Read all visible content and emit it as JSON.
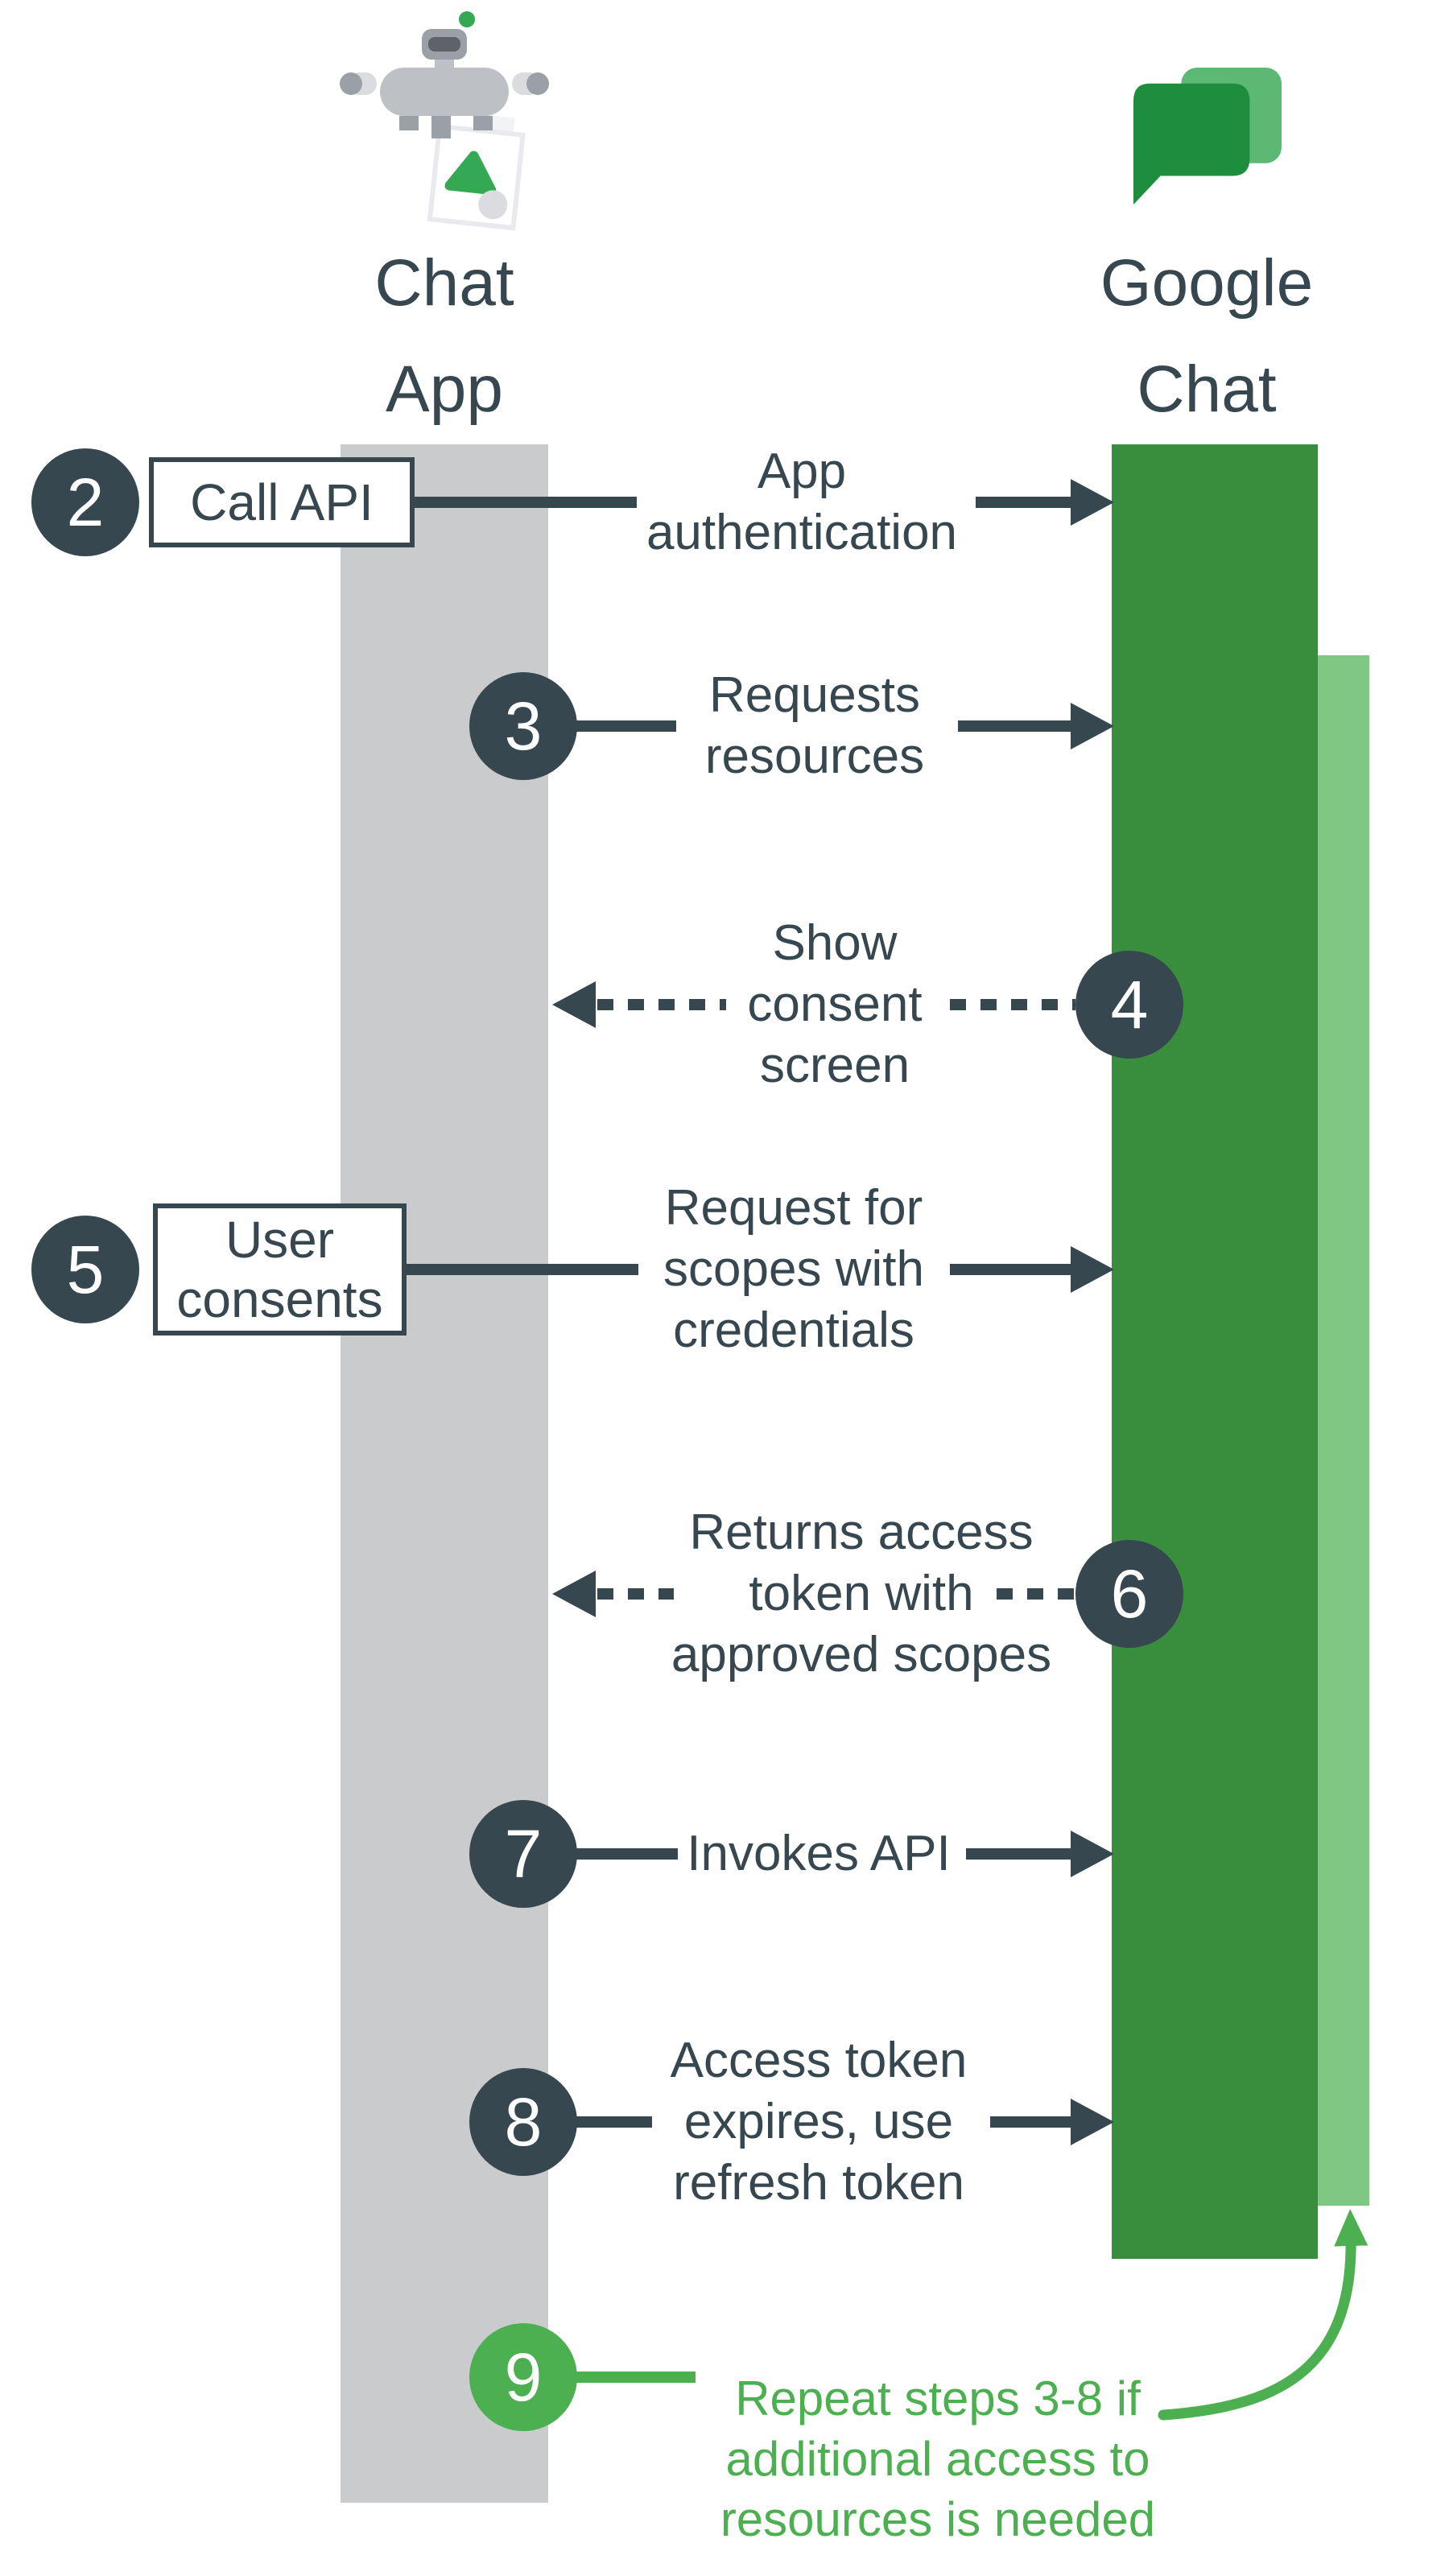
{
  "actors": {
    "chat_app": {
      "label": "Chat\nApp"
    },
    "google_chat": {
      "label": "Google\nChat"
    }
  },
  "steps": {
    "s2": {
      "number": "2",
      "box_label": "Call API",
      "message": "App\nauthentication"
    },
    "s3": {
      "number": "3",
      "message": "Requests\nresources"
    },
    "s4": {
      "number": "4",
      "message": "Show\nconsent\nscreen"
    },
    "s5": {
      "number": "5",
      "box_label": "User\nconsents",
      "message": "Request for\nscopes with\ncredentials"
    },
    "s6": {
      "number": "6",
      "message": "Returns access\ntoken with\napproved scopes"
    },
    "s7": {
      "number": "7",
      "message": "Invokes API"
    },
    "s8": {
      "number": "8",
      "message": "Access token\nexpires, use\nrefresh token"
    },
    "s9": {
      "number": "9",
      "note": "Repeat steps 3-8 if\nadditional access to\nresources is needed"
    }
  },
  "colors": {
    "ink": "#37474F",
    "lifeline_gray": "#CACBCC",
    "lifeline_green_dark": "#388E3C",
    "lifeline_green_light": "#81C784",
    "accent_green": "#4CAF50",
    "logo_green_dark": "#1E8E3E",
    "logo_green_light": "#5BB974"
  }
}
